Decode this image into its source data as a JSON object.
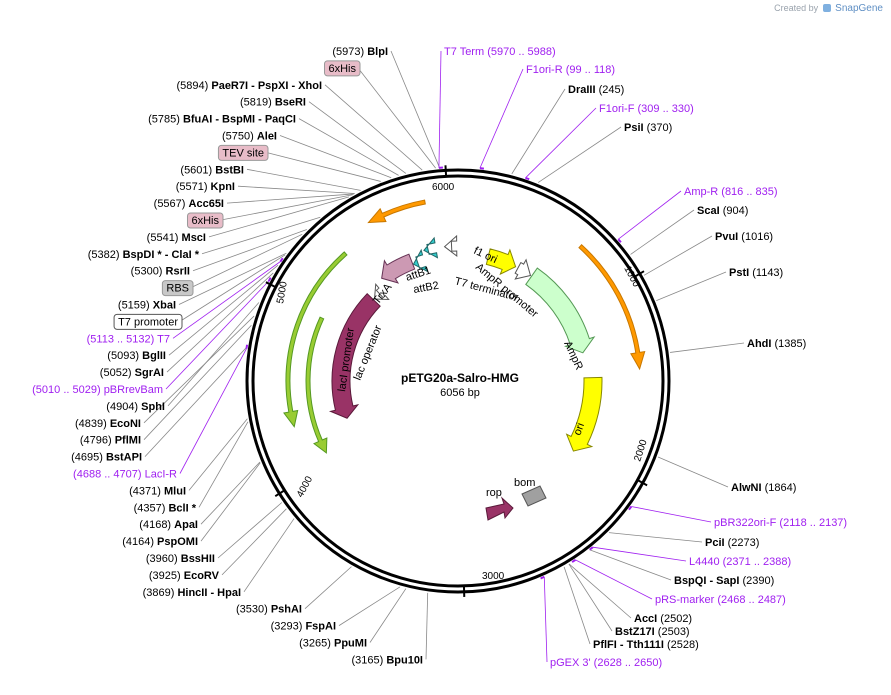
{
  "credit": {
    "prefix": "Created by",
    "brand": "SnapGene"
  },
  "plasmid": {
    "name": "pETG20a-Salro-HMG",
    "size_label": "6056 bp",
    "length": 6056
  },
  "ticks": [
    "1000",
    "2000",
    "3000",
    "4000",
    "5000",
    "6000"
  ],
  "features": [
    {
      "id": "f1ori",
      "label": "f1 ori",
      "color": "#ffff00"
    },
    {
      "id": "ampr-promoter",
      "label": "AmpR promoter",
      "color": "#ffffff"
    },
    {
      "id": "ampr",
      "label": "AmpR",
      "color": "#ccffcc"
    },
    {
      "id": "ori",
      "label": "ori",
      "color": "#ffff00"
    },
    {
      "id": "rop",
      "label": "rop",
      "color": "#993366"
    },
    {
      "id": "bom",
      "label": "bom",
      "color": "#a0a0a0"
    },
    {
      "id": "laci",
      "label": "lacI",
      "color": "#993366"
    },
    {
      "id": "laci-promoter",
      "label": "lacI promoter",
      "color": "#ffffff"
    },
    {
      "id": "lac-operator",
      "label": "lac operator",
      "color": "#33cccc"
    },
    {
      "id": "trxa",
      "label": "TrxA",
      "color": "#cc99b3"
    },
    {
      "id": "attb1",
      "label": "attB1",
      "color": "#33cccc"
    },
    {
      "id": "attb2",
      "label": "attB2",
      "color": "#33cccc"
    },
    {
      "id": "t7-terminator",
      "label": "T7 terminator",
      "color": "#ffffff"
    }
  ],
  "left_labels": [
    {
      "pos": "(5973)",
      "name": "BlpI"
    },
    {
      "box": "6xHis"
    },
    {
      "pos": "(5894)",
      "name": "PaeR7I  -  PspXI  -  XhoI"
    },
    {
      "pos": "(5819)",
      "name": "BseRI"
    },
    {
      "pos": "(5785)",
      "name": "BfuAI  -  BspMI  -  PaqCI"
    },
    {
      "pos": "(5750)",
      "name": "AleI"
    },
    {
      "box": "TEV site"
    },
    {
      "pos": "(5601)",
      "name": "BstBI"
    },
    {
      "pos": "(5571)",
      "name": "KpnI"
    },
    {
      "pos": "(5567)",
      "name": "Acc65I"
    },
    {
      "box": "6xHis"
    },
    {
      "pos": "(5541)",
      "name": "MscI"
    },
    {
      "pos": "(5382)",
      "name": "BspDI *  -  ClaI *"
    },
    {
      "pos": "(5300)",
      "name": "RsrII"
    },
    {
      "box": "RBS"
    },
    {
      "pos": "(5159)",
      "name": "XbaI"
    },
    {
      "box": "T7 promoter"
    },
    {
      "purple": "(5113 .. 5132)  T7"
    },
    {
      "pos": "(5093)",
      "name": "BglII"
    },
    {
      "pos": "(5052)",
      "name": "SgrAI"
    },
    {
      "purple": "(5010 .. 5029)  pBRrevBam"
    },
    {
      "pos": "(4904)",
      "name": "SphI"
    },
    {
      "pos": "(4839)",
      "name": "EcoNI"
    },
    {
      "pos": "(4796)",
      "name": "PflMI"
    },
    {
      "pos": "(4695)",
      "name": "BstAPI"
    },
    {
      "purple": "(4688 .. 4707)  LacI-R"
    },
    {
      "pos": "(4371)",
      "name": "MluI"
    },
    {
      "pos": "(4357)",
      "name": "BclI *"
    },
    {
      "pos": "(4168)",
      "name": "ApaI"
    },
    {
      "pos": "(4164)",
      "name": "PspOMI"
    },
    {
      "pos": "(3960)",
      "name": "BssHII"
    },
    {
      "pos": "(3925)",
      "name": "EcoRV"
    },
    {
      "pos": "(3869)",
      "name": "HincII  -  HpaI"
    },
    {
      "pos": "(3530)",
      "name": "PshAI"
    },
    {
      "pos": "(3293)",
      "name": "FspAI"
    },
    {
      "pos": "(3265)",
      "name": "PpuMI"
    },
    {
      "pos": "(3165)",
      "name": "Bpu10I"
    }
  ],
  "right_labels": [
    {
      "purple": "T7 Term     (5970 .. 5988)"
    },
    {
      "purple": "F1ori-R     (99 .. 118)"
    },
    {
      "name": "DraIII",
      "pos": "(245)"
    },
    {
      "purple": "F1ori-F     (309 .. 330)"
    },
    {
      "name": "PsiI",
      "pos": "(370)"
    },
    {
      "purple": "Amp-R     (816 .. 835)"
    },
    {
      "name": "ScaI",
      "pos": "(904)"
    },
    {
      "name": "PvuI",
      "pos": "(1016)"
    },
    {
      "name": "PstI",
      "pos": "(1143)"
    },
    {
      "name": "AhdI",
      "pos": "(1385)"
    },
    {
      "name": "AlwNI",
      "pos": "(1864)"
    },
    {
      "purple": "pBR322ori-F     (2118 .. 2137)"
    },
    {
      "name": "PciI",
      "pos": "(2273)"
    },
    {
      "purple": "L4440     (2371 .. 2388)"
    },
    {
      "name": "BspQI  -  SapI",
      "pos": "(2390)"
    },
    {
      "purple": "pRS-marker     (2468 .. 2487)"
    },
    {
      "name": "AccI",
      "pos": "(2502)"
    },
    {
      "name": "BstZ17I",
      "pos": "(2503)"
    },
    {
      "name": "PflFI  -  Tth111I",
      "pos": "(2528)"
    },
    {
      "purple": "pGEX 3'     (2628 .. 2650)"
    }
  ]
}
